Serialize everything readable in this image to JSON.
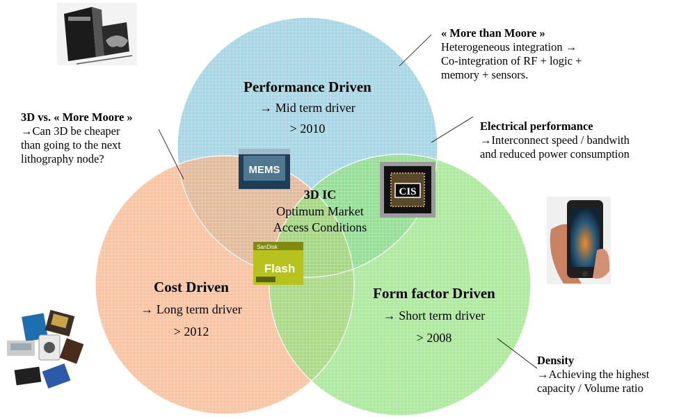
{
  "colors": {
    "performance_circle": "#a9d6e4",
    "cost_circle": "#f5b084",
    "form_factor_circle": "#8fe07a",
    "grid_line": "#ffffff"
  },
  "performance": {
    "title": "Performance Driven",
    "line1": "→ Mid term driver",
    "line2": "> 2010"
  },
  "cost": {
    "title": "Cost Driven",
    "line1": "→ Long term driver",
    "line2": "> 2012"
  },
  "form_factor": {
    "title": "Form factor Driven",
    "line1": "→ Short term driver",
    "line2": "> 2008"
  },
  "center": {
    "title": "3D IC",
    "line1": "Optimum Market",
    "line2": "Access Conditions"
  },
  "chips": {
    "mems": "MEMS",
    "cis": "CIS",
    "flash": "Flash",
    "flash_brand": "SanDisk"
  },
  "annotations": {
    "more_than_moore": {
      "title": "« More than Moore »",
      "line1": "Heterogeneous integration →",
      "line2": "Co-integration of RF + logic +",
      "line3": "memory + sensors."
    },
    "electrical": {
      "title": "Electrical performance",
      "line1": "→Interconnect speed / bandwith",
      "line2": "and reduced power consumption"
    },
    "more_moore": {
      "title": "3D vs. « More Moore »",
      "line1": "→Can 3D be cheaper",
      "line2": "than going to the next",
      "line3": "lithography node?"
    },
    "density": {
      "title": "Density",
      "line1": "→Achieving the highest",
      "line2": "capacity / Volume ratio"
    }
  },
  "illustrations": {
    "console": "game-console",
    "phone": "smartphone",
    "devices": "memory-cards-and-camera"
  }
}
